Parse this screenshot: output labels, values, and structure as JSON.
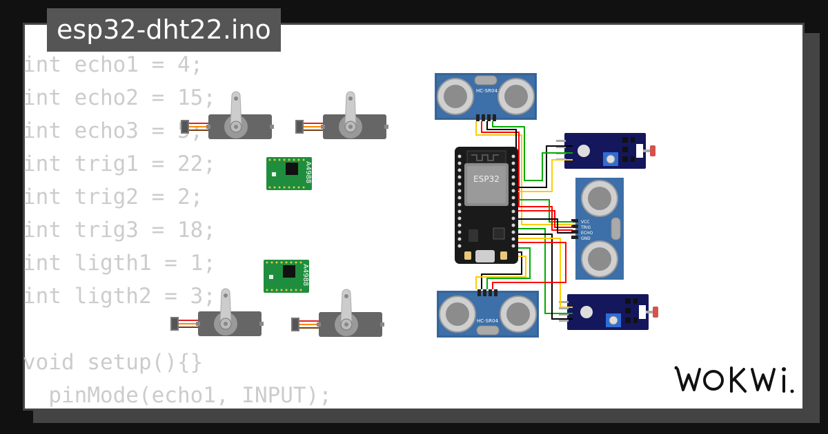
{
  "title": "esp32-dht22.ino",
  "code_lines": [
    "int echo1 = 4;",
    "int echo2 = 15;",
    "int echo3 = 5;",
    "int trig1 = 22;",
    "int trig2 = 2;",
    "int trig3 = 18;",
    "int ligth1 = 1;",
    "int ligth2 = 3;",
    "",
    "void setup(){}",
    "  pinMode(echo1, INPUT);"
  ],
  "components": {
    "mcu_label": "ESP32",
    "driver_label": "A4988",
    "ultrasonic_label": "HC-SR04",
    "ultrasonic_pins": [
      "VCC",
      "TRIG",
      "ECHO",
      "GND"
    ]
  },
  "brand": "WOKWI"
}
